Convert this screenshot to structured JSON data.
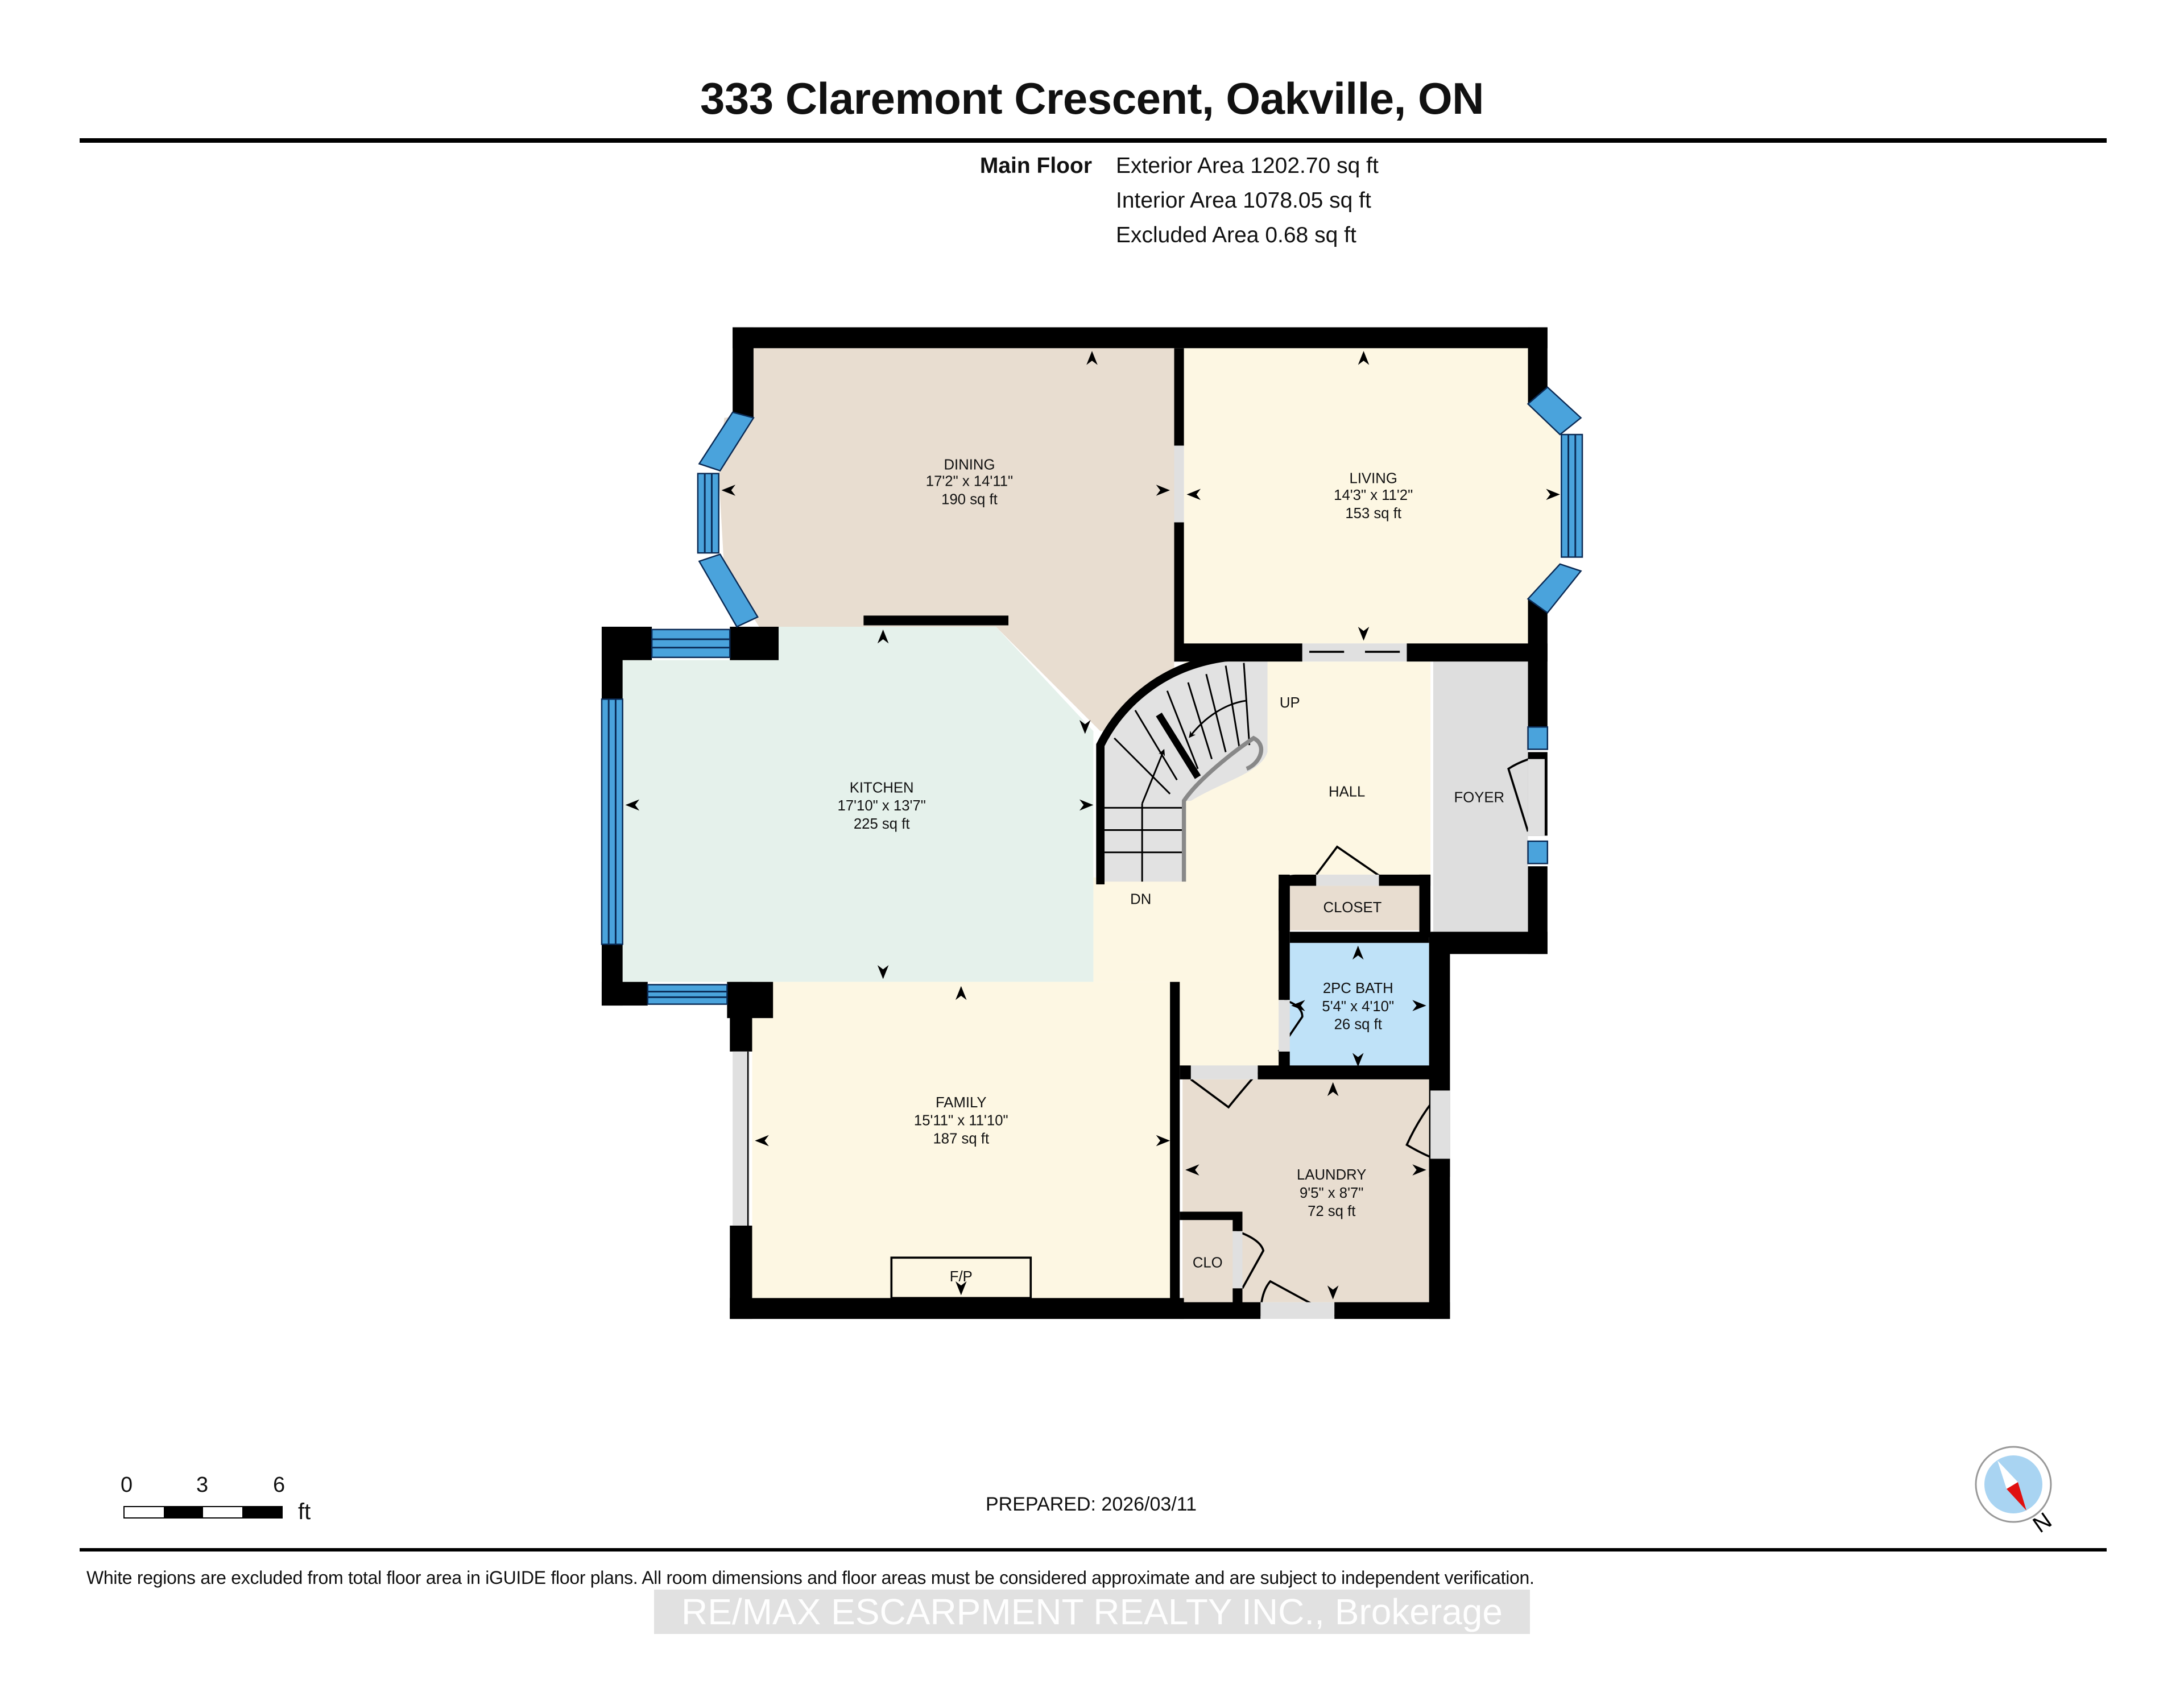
{
  "header": {
    "title": "333 Claremont Crescent, Oakville, ON"
  },
  "areas": {
    "floor_label": "Main Floor",
    "exterior": "Exterior Area 1202.70 sq ft",
    "interior": "Interior Area 1078.05 sq ft",
    "excluded": "Excluded Area 0.68 sq ft"
  },
  "rooms": {
    "dining": {
      "name": "DINING",
      "dims": "17'2\" x 14'11\"",
      "area": "190 sq ft"
    },
    "living": {
      "name": "LIVING",
      "dims": "14'3\" x 11'2\"",
      "area": "153 sq ft"
    },
    "kitchen": {
      "name": "KITCHEN",
      "dims": "17'10\" x 13'7\"",
      "area": "225 sq ft"
    },
    "hall": {
      "name": "HALL"
    },
    "foyer": {
      "name": "FOYER"
    },
    "closet": {
      "name": "CLOSET"
    },
    "bath": {
      "name": "2PC BATH",
      "dims": "5'4\" x 4'10\"",
      "area": "26 sq ft"
    },
    "family": {
      "name": "FAMILY",
      "dims": "15'11\" x 11'10\"",
      "area": "187 sq ft"
    },
    "laundry": {
      "name": "LAUNDRY",
      "dims": "9'5\" x 8'7\"",
      "area": "72 sq ft"
    },
    "clo": {
      "name": "CLO"
    },
    "fireplace": {
      "name": "F/P"
    },
    "stairs_up": "UP",
    "stairs_down": "DN"
  },
  "colors": {
    "wall": "#000000",
    "window": "#4aa3dc",
    "dining": "#e8ddd0",
    "living": "#fdf7e3",
    "kitchen": "#e5f1eb",
    "hall": "#fdf7e3",
    "foyer": "#dedede",
    "closet": "#e8ddd0",
    "bath": "#bfe2f8",
    "family": "#fdf7e3",
    "laundry": "#e8ddd0",
    "stairs": "#e2e2e2"
  },
  "scale": {
    "ticks": [
      "0",
      "3",
      "6"
    ],
    "unit": "ft"
  },
  "footer": {
    "prepared": "PREPARED: 2026/03/11",
    "compass_label": "N",
    "disclaimer": "White regions are excluded from total floor area in iGUIDE floor plans. All room dimensions and floor areas must be considered approximate and are subject to independent verification.",
    "watermark": "RE/MAX ESCARPMENT REALTY INC., Brokerage"
  }
}
